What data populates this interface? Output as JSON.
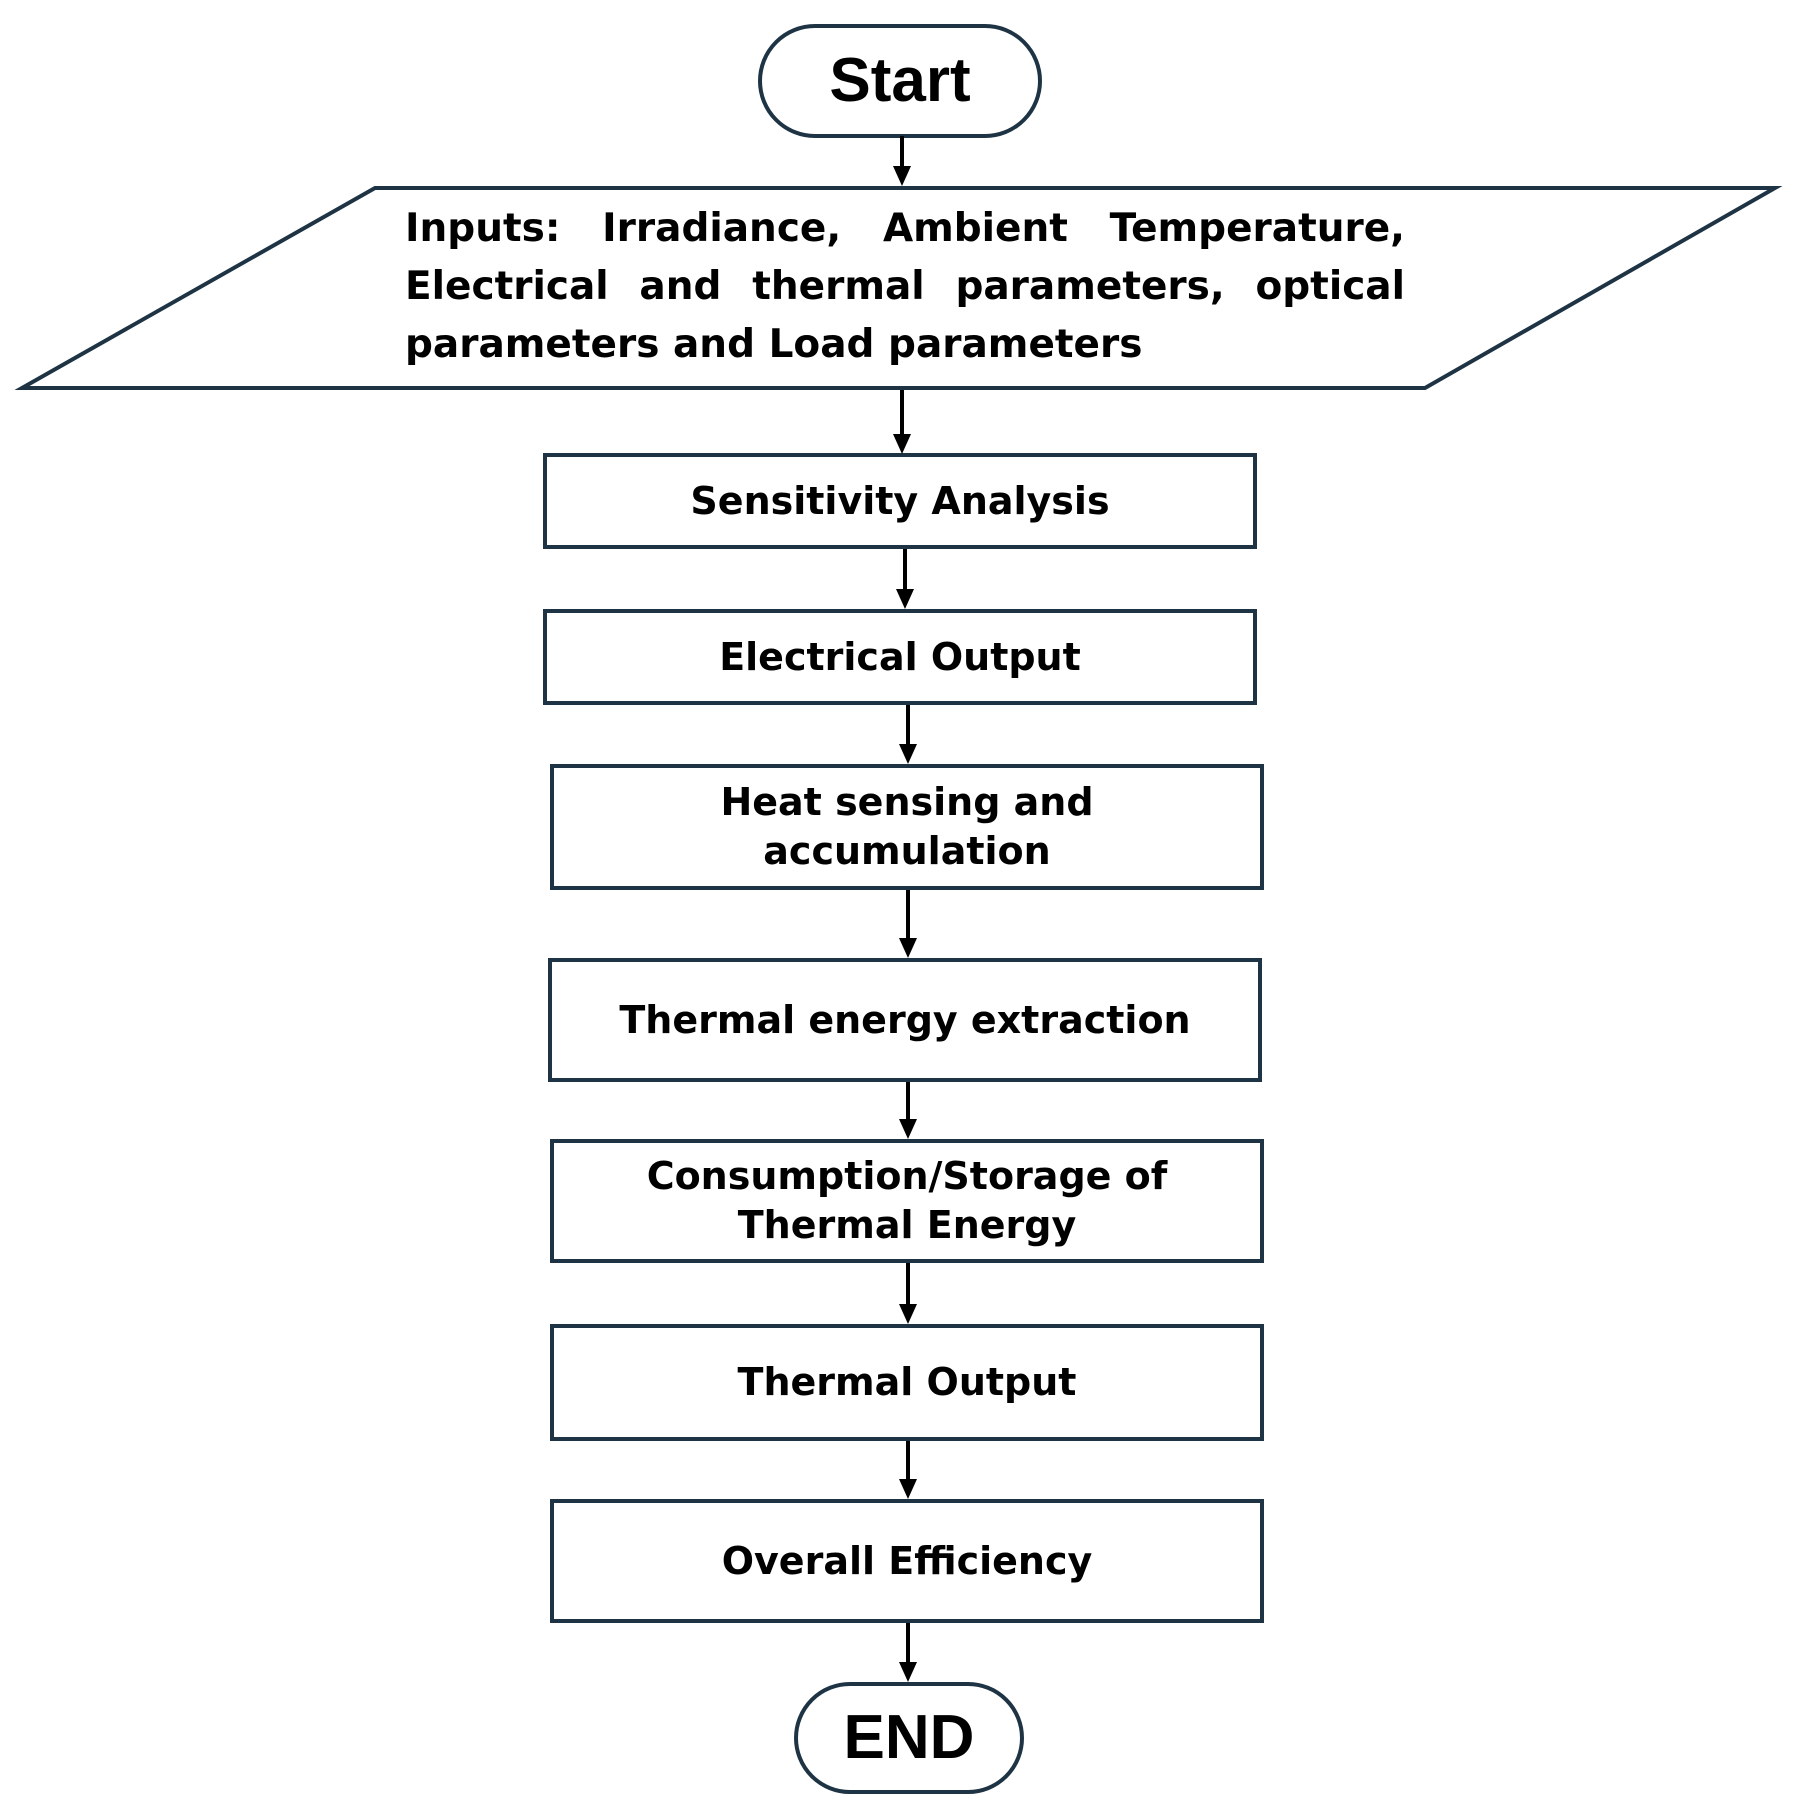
{
  "start_label": "Start",
  "inputs_label": "Inputs:  Irradiance,  Ambient  Temperature, Electrical and thermal parameters, optical parameters and Load parameters",
  "steps": [
    "Sensitivity Analysis",
    "Electrical Output",
    "Heat sensing and accumulation",
    "Thermal energy extraction",
    "Consumption/Storage of Thermal Energy",
    "Thermal Output",
    "Overall Efficiency"
  ],
  "end_label": "END",
  "colors": {
    "outline": "#1e3444",
    "arrow": "#000000",
    "text": "#000000"
  }
}
